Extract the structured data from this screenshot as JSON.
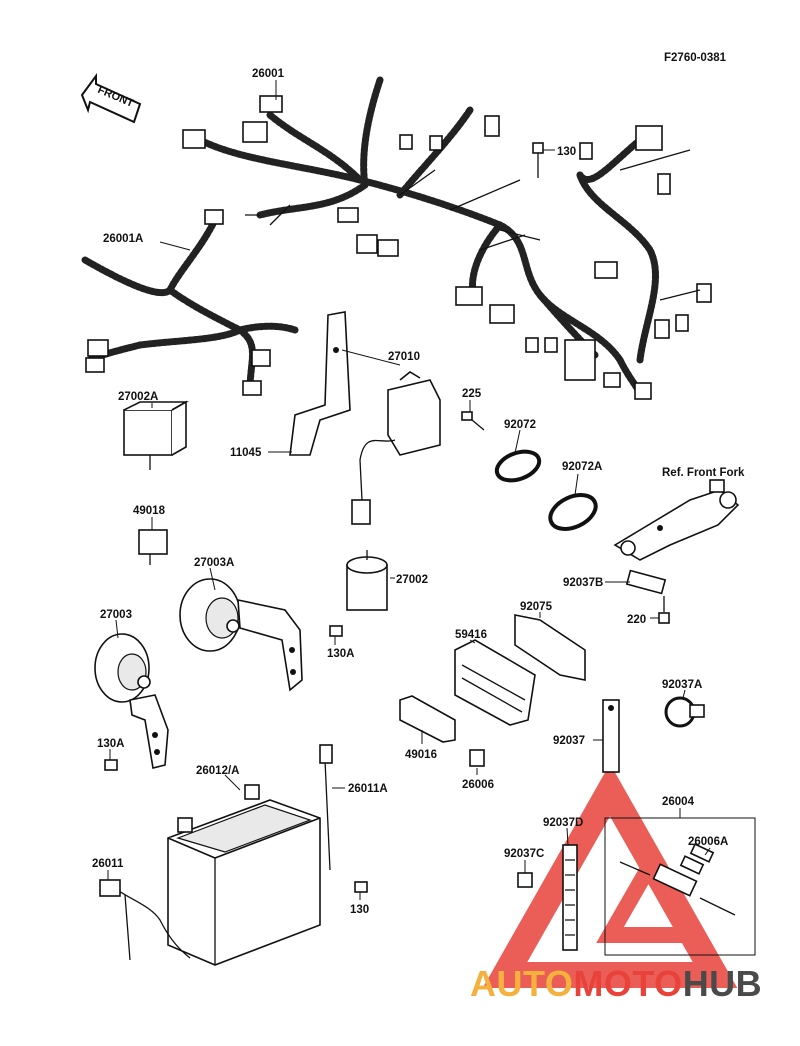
{
  "figure_code": "F2760-0381",
  "front_arrow_label": "FRONT",
  "reference_label": "Ref. Front Fork",
  "part_labels": {
    "p26001": "26001",
    "p26001A": "26001A",
    "p130_top": "130",
    "p27010": "27010",
    "p27002A": "27002A",
    "p11045": "11045",
    "p225": "225",
    "p92072": "92072",
    "p92072A": "92072A",
    "p49018": "49018",
    "p27003A": "27003A",
    "p27002": "27002",
    "p92037B": "92037B",
    "p220": "220",
    "p27003": "27003",
    "p130A_mid": "130A",
    "p92075": "92075",
    "p59416": "59416",
    "p92037A": "92037A",
    "p130A_low": "130A",
    "p49016": "49016",
    "p92037": "92037",
    "p26012A": "26012/A",
    "p26011A": "26011A",
    "p26006": "26006",
    "p26004": "26004",
    "p92037D": "92037D",
    "p26006A": "26006A",
    "p92037C": "92037C",
    "p26011": "26011",
    "p130_low": "130"
  },
  "watermark": {
    "part1": "AUTO",
    "part2": "MOTO",
    "part3": "HUB",
    "colors": {
      "auto": "#f5b13d",
      "moto": "#e8423a",
      "hub": "#4a4a4a",
      "triangle": "#e8423a"
    }
  }
}
